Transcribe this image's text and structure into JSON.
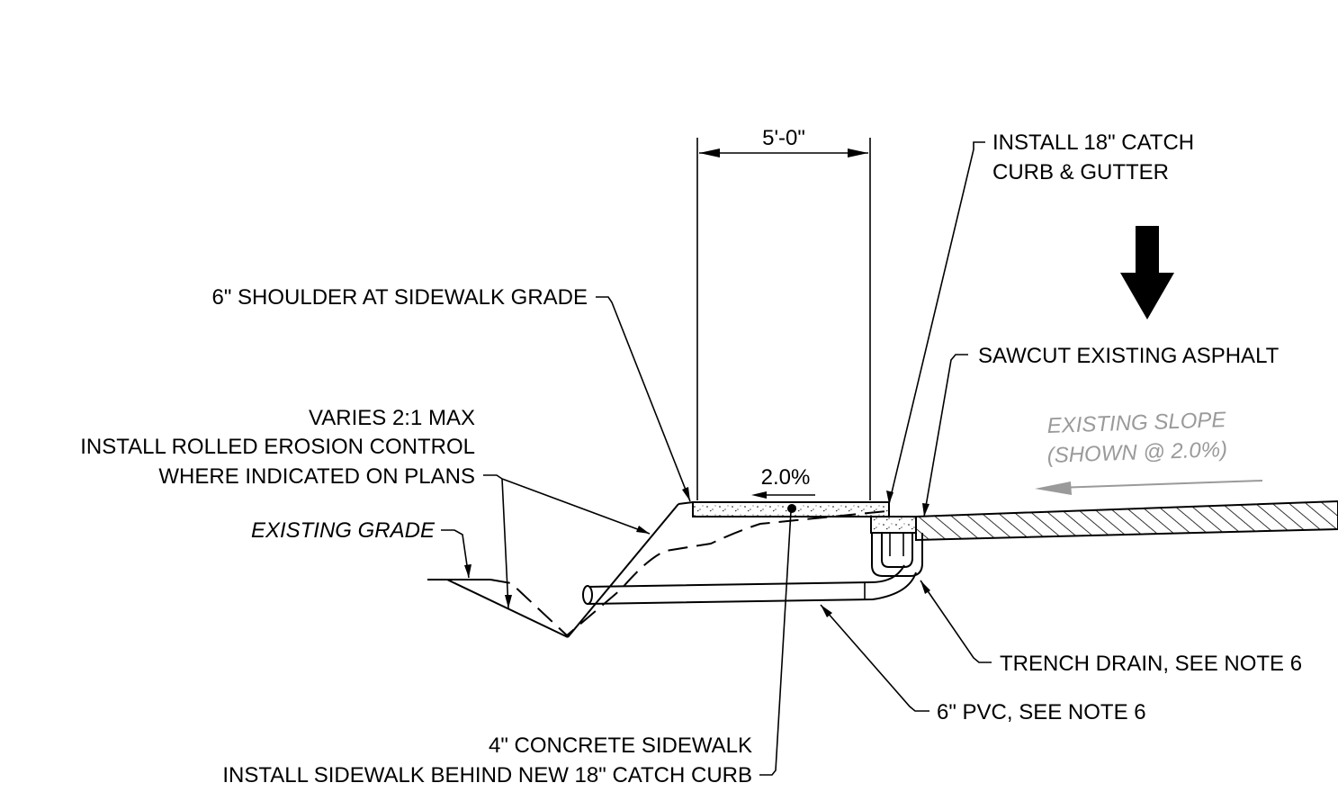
{
  "dimension": {
    "label": "5'-0\""
  },
  "slope": {
    "label": "2.0%"
  },
  "callouts": {
    "curb": {
      "line1": "INSTALL 18\" CATCH",
      "line2": "CURB & GUTTER"
    },
    "shoulder": {
      "text": "6\" SHOULDER AT SIDEWALK GRADE"
    },
    "sawcut": {
      "text": "SAWCUT EXISTING ASPHALT"
    },
    "erosion": {
      "line1": "VARIES 2:1 MAX",
      "line2": "INSTALL ROLLED EROSION CONTROL",
      "line3": "WHERE INDICATED ON PLANS"
    },
    "existing_grade": {
      "text": "EXISTING GRADE"
    },
    "existing_slope": {
      "line1": "EXISTING SLOPE",
      "line2": "(SHOWN @ 2.0%)"
    },
    "trench_drain": {
      "text": "TRENCH DRAIN, SEE NOTE 6"
    },
    "pvc": {
      "text": "6\" PVC, SEE NOTE 6"
    },
    "sidewalk": {
      "line1": "4\" CONCRETE SIDEWALK",
      "line2": "INSTALL SIDEWALK BEHIND NEW 18\" CATCH CURB"
    }
  },
  "colors": {
    "ink": "#000000",
    "annotation_gray": "#9a9a9a"
  },
  "icons": {
    "flow_arrow": "down-arrow-icon",
    "slope_arrow": "left-arrow-icon"
  }
}
